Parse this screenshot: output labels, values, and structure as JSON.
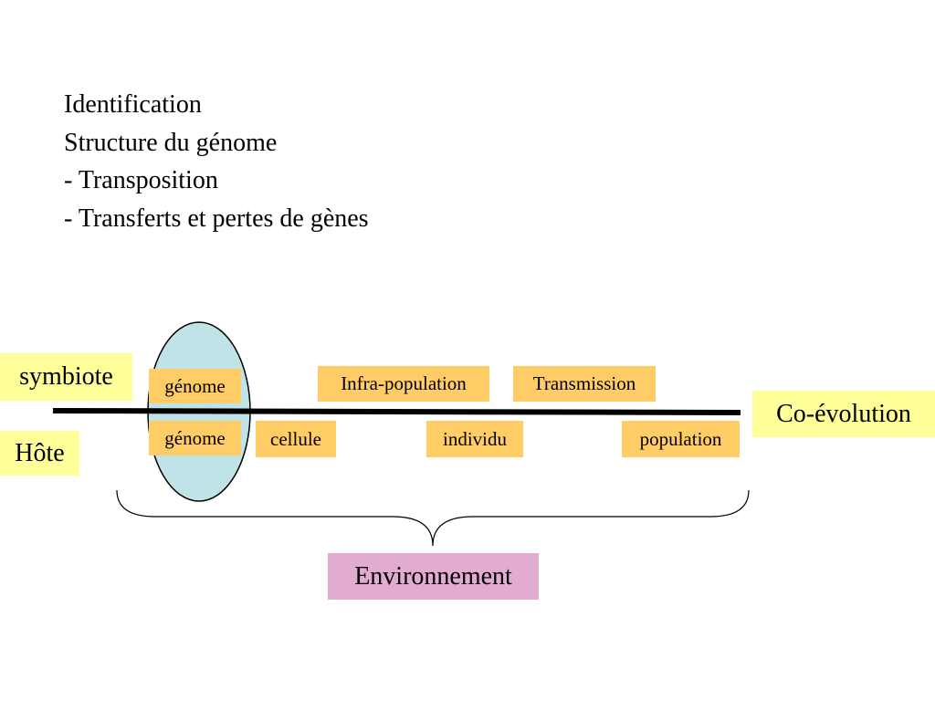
{
  "intro": {
    "lines": [
      "Identification",
      "Structure du génome",
      "- Transposition",
      "- Transferts et pertes de gènes"
    ]
  },
  "diagram": {
    "symbiote_label": "symbiote",
    "hote_label": "Hôte",
    "coevolution_label": "Co-évolution",
    "environnement_label": "Environnement",
    "symbiote_levels": [
      "génome",
      "Infra-population",
      "Transmission"
    ],
    "hote_levels": [
      "génome",
      "cellule",
      "individu",
      "population"
    ],
    "colors": {
      "label_yellow": "#ffff99",
      "level_orange": "#ffcc66",
      "environment_pink": "#e2abd0",
      "genome_ellipse": "#bfe3e6"
    }
  }
}
